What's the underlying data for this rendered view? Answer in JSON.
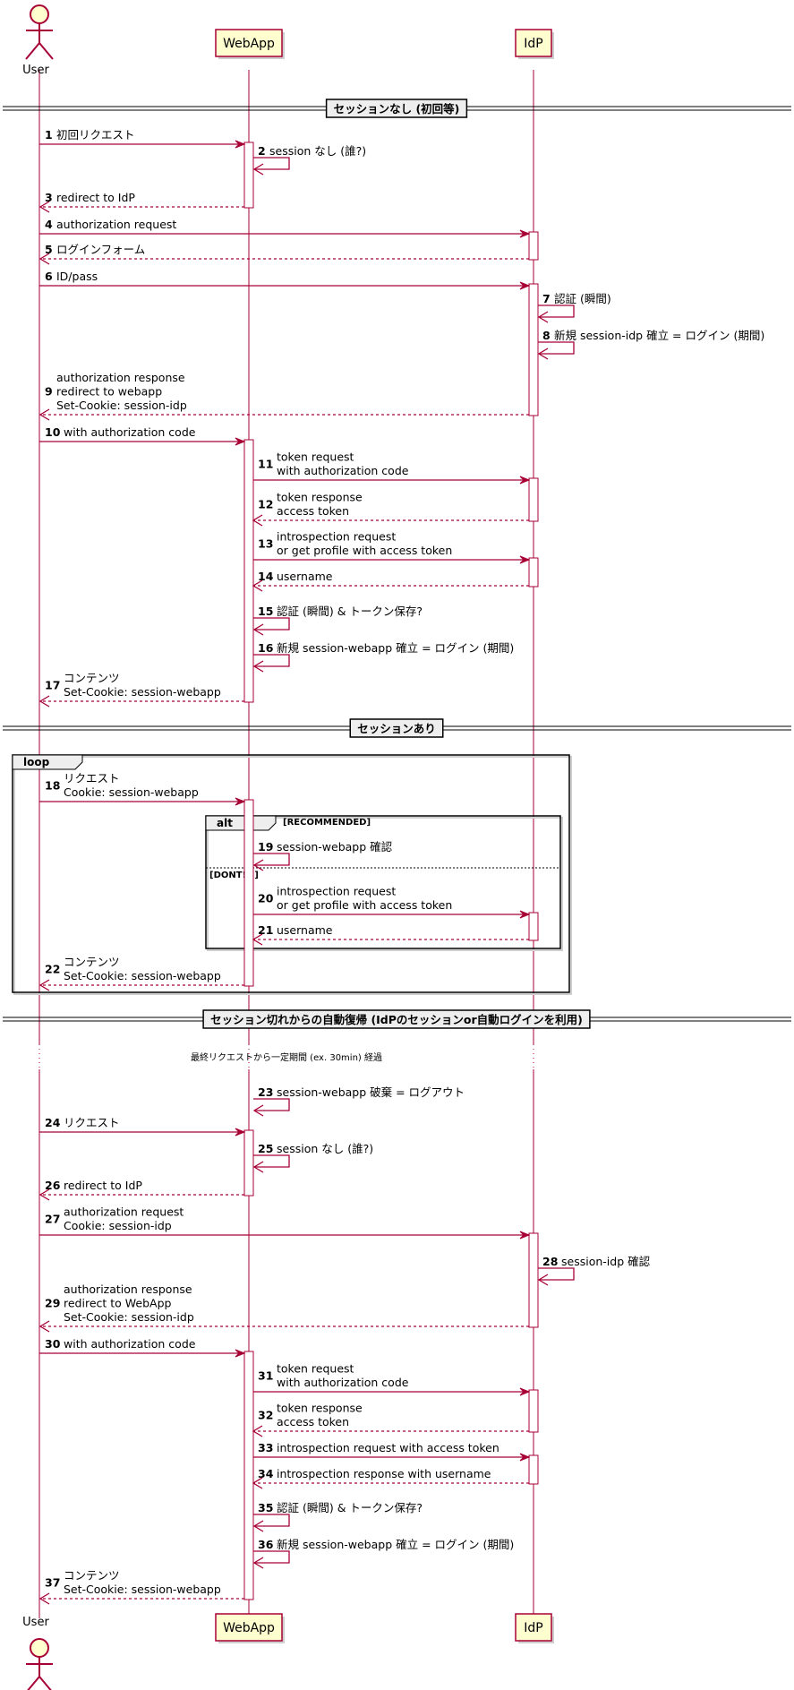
{
  "participants": [
    {
      "id": "user",
      "name": "User",
      "kind": "actor"
    },
    {
      "id": "webapp",
      "name": "WebApp",
      "kind": "participant"
    },
    {
      "id": "idp",
      "name": "IdP",
      "kind": "participant"
    }
  ],
  "colors": {
    "arrow": "#A80036",
    "lifeline": "#A80036",
    "participant_fill": "#FEFECE",
    "activation_fill": "#FFFFFF",
    "divider_line": "#000000",
    "background": "#FFFFFF"
  },
  "items": [
    {
      "type": "divider",
      "label": "セッションなし (初回等)"
    },
    {
      "type": "msg",
      "num": "1",
      "from": "user",
      "to": "webapp",
      "lines": [
        "初回リクエスト"
      ],
      "style": "solid"
    },
    {
      "type": "msg",
      "num": "2",
      "from": "webapp",
      "to": "webapp",
      "lines": [
        "session なし (誰?)"
      ],
      "style": "solid"
    },
    {
      "type": "msg",
      "num": "3",
      "from": "webapp",
      "to": "user",
      "lines": [
        "redirect to IdP"
      ],
      "style": "dashed"
    },
    {
      "type": "msg",
      "num": "4",
      "from": "user",
      "to": "idp",
      "lines": [
        "authorization request"
      ],
      "style": "solid"
    },
    {
      "type": "msg",
      "num": "5",
      "from": "idp",
      "to": "user",
      "lines": [
        "ログインフォーム"
      ],
      "style": "dashed"
    },
    {
      "type": "msg",
      "num": "6",
      "from": "user",
      "to": "idp",
      "lines": [
        "ID/pass"
      ],
      "style": "solid"
    },
    {
      "type": "msg",
      "num": "7",
      "from": "idp",
      "to": "idp",
      "lines": [
        "認証 (瞬間)"
      ],
      "style": "solid"
    },
    {
      "type": "msg",
      "num": "8",
      "from": "idp",
      "to": "idp",
      "lines": [
        "新規 session-idp 確立 = ログイン (期間)"
      ],
      "style": "solid"
    },
    {
      "type": "msg",
      "num": "9",
      "from": "idp",
      "to": "user",
      "lines": [
        "authorization response",
        " redirect to webapp",
        "  Set-Cookie: session-idp"
      ],
      "style": "dashed"
    },
    {
      "type": "msg",
      "num": "10",
      "from": "user",
      "to": "webapp",
      "lines": [
        "with authorization code"
      ],
      "style": "solid"
    },
    {
      "type": "msg",
      "num": "11",
      "from": "webapp",
      "to": "idp",
      "lines": [
        "token request",
        " with authorization code"
      ],
      "style": "solid"
    },
    {
      "type": "msg",
      "num": "12",
      "from": "idp",
      "to": "webapp",
      "lines": [
        "token response",
        "  access token"
      ],
      "style": "dashed"
    },
    {
      "type": "msg",
      "num": "13",
      "from": "webapp",
      "to": "idp",
      "lines": [
        "introspection request",
        "  or get profile with access token"
      ],
      "style": "solid"
    },
    {
      "type": "msg",
      "num": "14",
      "from": "idp",
      "to": "webapp",
      "lines": [
        "username"
      ],
      "style": "dashed"
    },
    {
      "type": "msg",
      "num": "15",
      "from": "webapp",
      "to": "webapp",
      "lines": [
        "認証 (瞬間) & トークン保存?"
      ],
      "style": "solid"
    },
    {
      "type": "msg",
      "num": "16",
      "from": "webapp",
      "to": "webapp",
      "lines": [
        "新規 session-webapp 確立 = ログイン (期間)"
      ],
      "style": "solid"
    },
    {
      "type": "msg",
      "num": "17",
      "from": "webapp",
      "to": "user",
      "lines": [
        "コンテンツ",
        "  Set-Cookie: session-webapp"
      ],
      "style": "dashed"
    },
    {
      "type": "divider",
      "label": "セッションあり"
    },
    {
      "type": "group",
      "label": "loop"
    },
    {
      "type": "msg",
      "num": "18",
      "from": "user",
      "to": "webapp",
      "lines": [
        "リクエスト",
        " Cookie: session-webapp"
      ],
      "style": "solid"
    },
    {
      "type": "group",
      "label": "alt",
      "condition": "[RECOMMENDED]"
    },
    {
      "type": "msg",
      "num": "19",
      "from": "webapp",
      "to": "webapp",
      "lines": [
        "session-webapp 確認"
      ],
      "style": "solid"
    },
    {
      "type": "else",
      "condition": "[DONT!!!]"
    },
    {
      "type": "msg",
      "num": "20",
      "from": "webapp",
      "to": "idp",
      "lines": [
        "introspection request",
        "  or get profile with access token"
      ],
      "style": "solid"
    },
    {
      "type": "msg",
      "num": "21",
      "from": "idp",
      "to": "webapp",
      "lines": [
        "username"
      ],
      "style": "dashed"
    },
    {
      "type": "end"
    },
    {
      "type": "msg",
      "num": "22",
      "from": "webapp",
      "to": "user",
      "lines": [
        "コンテンツ",
        "  Set-Cookie: session-webapp"
      ],
      "style": "dashed"
    },
    {
      "type": "end"
    },
    {
      "type": "divider",
      "label": "セッション切れからの自動復帰 (IdPのセッションor自動ログインを利用)"
    },
    {
      "type": "delay",
      "label": "最終リクエストから一定期間 (ex. 30min) 経過"
    },
    {
      "type": "msg",
      "num": "23",
      "from": "webapp",
      "to": "webapp",
      "lines": [
        "session-webapp 破棄 = ログアウト"
      ],
      "style": "solid"
    },
    {
      "type": "msg",
      "num": "24",
      "from": "user",
      "to": "webapp",
      "lines": [
        "リクエスト"
      ],
      "style": "solid"
    },
    {
      "type": "msg",
      "num": "25",
      "from": "webapp",
      "to": "webapp",
      "lines": [
        "session なし (誰?)"
      ],
      "style": "solid"
    },
    {
      "type": "msg",
      "num": "26",
      "from": "webapp",
      "to": "user",
      "lines": [
        "redirect to IdP"
      ],
      "style": "dashed"
    },
    {
      "type": "msg",
      "num": "27",
      "from": "user",
      "to": "idp",
      "lines": [
        "authorization request",
        " Cookie: session-idp"
      ],
      "style": "solid"
    },
    {
      "type": "msg",
      "num": "28",
      "from": "idp",
      "to": "idp",
      "lines": [
        "session-idp 確認"
      ],
      "style": "solid"
    },
    {
      "type": "msg",
      "num": "29",
      "from": "idp",
      "to": "user",
      "lines": [
        "authorization response",
        " redirect to WebApp",
        "  Set-Cookie: session-idp"
      ],
      "style": "dashed"
    },
    {
      "type": "msg",
      "num": "30",
      "from": "user",
      "to": "webapp",
      "lines": [
        "with authorization code"
      ],
      "style": "solid"
    },
    {
      "type": "msg",
      "num": "31",
      "from": "webapp",
      "to": "idp",
      "lines": [
        "token request",
        " with authorization code"
      ],
      "style": "solid"
    },
    {
      "type": "msg",
      "num": "32",
      "from": "idp",
      "to": "webapp",
      "lines": [
        "token response",
        "  access token"
      ],
      "style": "dashed"
    },
    {
      "type": "msg",
      "num": "33",
      "from": "webapp",
      "to": "idp",
      "lines": [
        "introspection request with access token"
      ],
      "style": "solid"
    },
    {
      "type": "msg",
      "num": "34",
      "from": "idp",
      "to": "webapp",
      "lines": [
        "introspection response with username"
      ],
      "style": "dashed"
    },
    {
      "type": "msg",
      "num": "35",
      "from": "webapp",
      "to": "webapp",
      "lines": [
        "認証 (瞬間) & トークン保存?"
      ],
      "style": "solid"
    },
    {
      "type": "msg",
      "num": "36",
      "from": "webapp",
      "to": "webapp",
      "lines": [
        "新規 session-webapp 確立 = ログイン (期間)"
      ],
      "style": "solid"
    },
    {
      "type": "msg",
      "num": "37",
      "from": "webapp",
      "to": "user",
      "lines": [
        "コンテンツ",
        "  Set-Cookie: session-webapp"
      ],
      "style": "dashed"
    }
  ]
}
